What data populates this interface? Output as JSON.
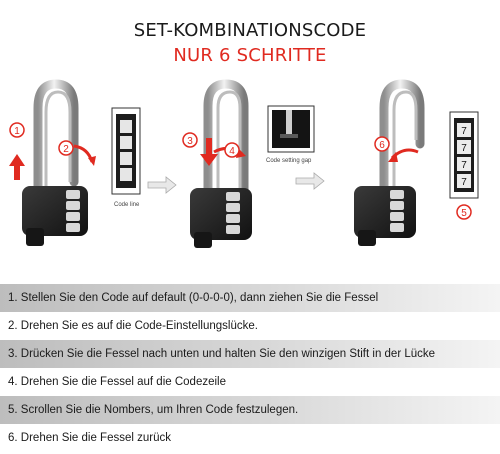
{
  "header": {
    "title": "SET-KOMBINATIONSCODE",
    "subtitle": "NUR 6 SCHRITTE"
  },
  "illustration": {
    "markers": [
      "1",
      "2",
      "3",
      "4",
      "6",
      "5"
    ],
    "captions": {
      "code_line": "Code line",
      "code_setting_gap": "Code setting gap"
    },
    "dial_digits": [
      "7",
      "7",
      "7",
      "7"
    ]
  },
  "steps": [
    "1. Stellen Sie den Code auf default (0-0-0-0), dann ziehen Sie die Fessel",
    "2. Drehen Sie es auf die Code-Einstellungslücke.",
    "3. Drücken Sie die Fessel nach unten und halten Sie den winzigen Stift in der Lücke",
    "4. Drehen Sie die Fessel auf die Codezeile",
    "5. Scrollen Sie die Nombers, um Ihren Code festzulegen.",
    "6. Drehen Sie die Fessel zurück"
  ],
  "colors": {
    "accent_red": "#e02a20",
    "lock_body": "#1d1d1d",
    "shackle": "#c8c8c8"
  }
}
